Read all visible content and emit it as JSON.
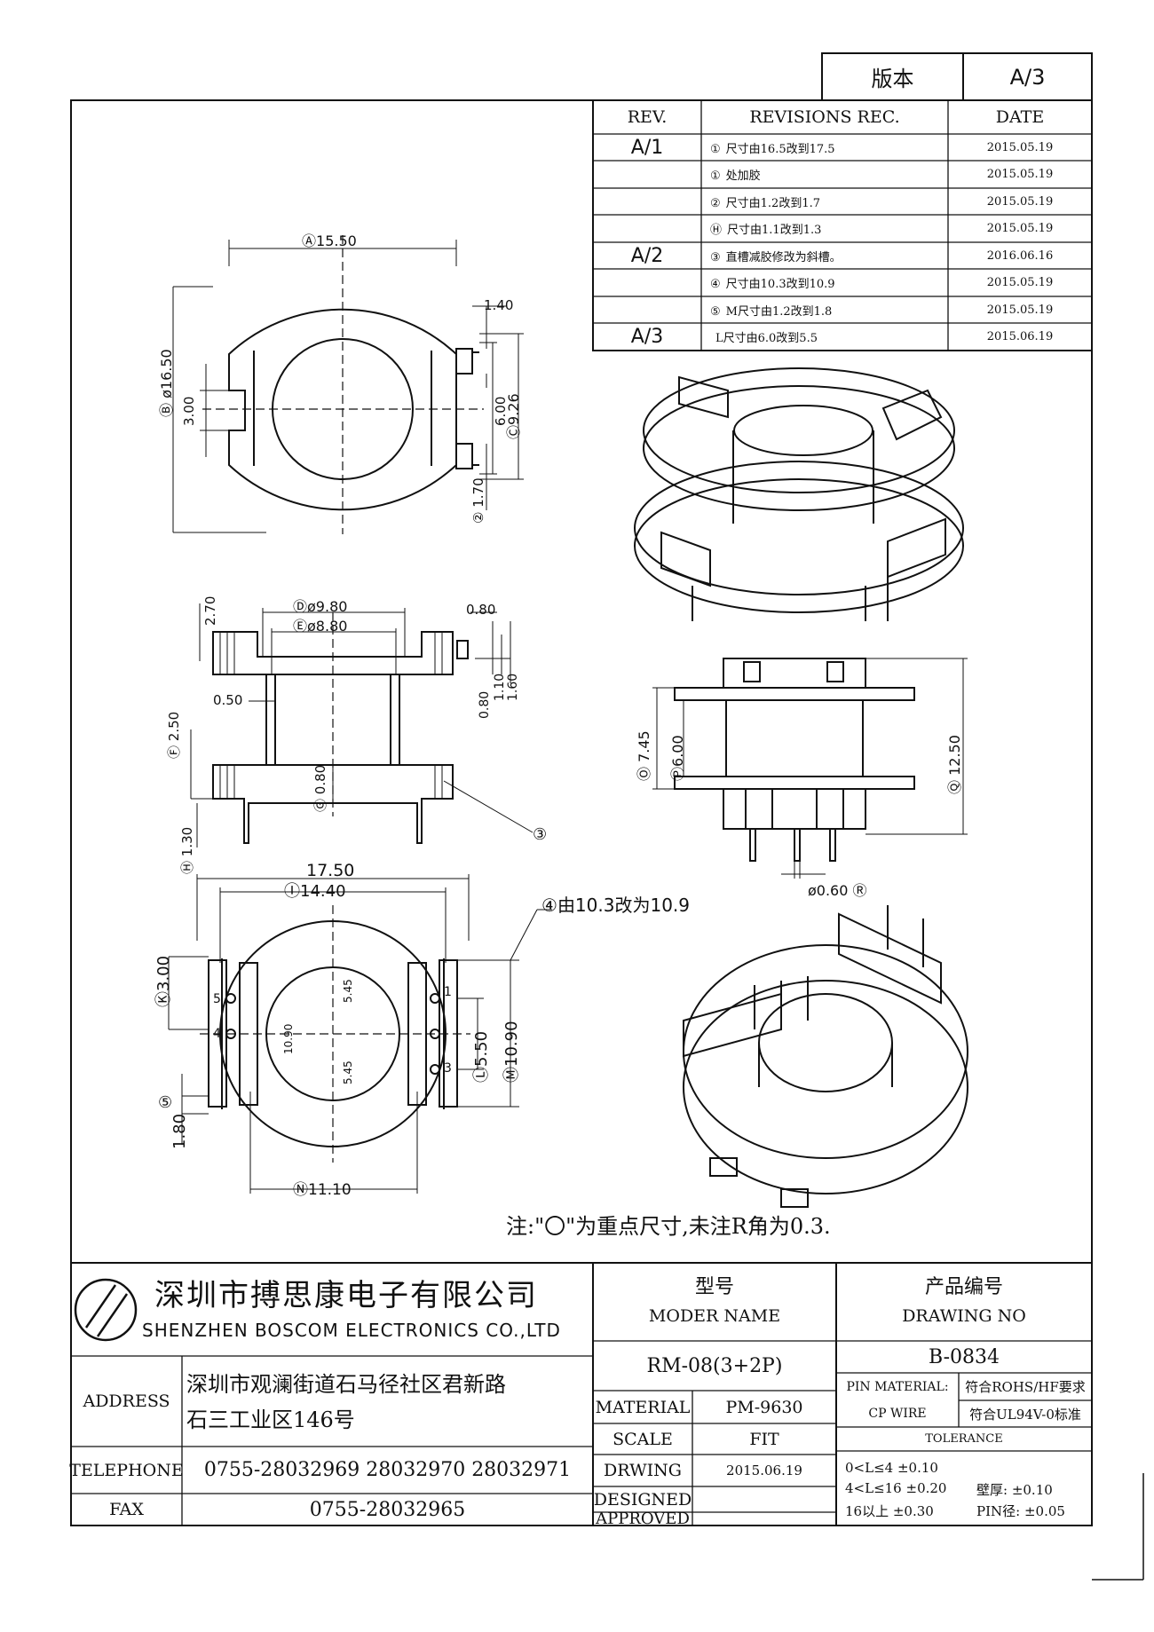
{
  "version": {
    "label": "版本",
    "value": "A/3"
  },
  "revisions": {
    "headers": {
      "rev": "REV.",
      "rec": "REVISIONS REC.",
      "date": "DATE"
    },
    "rows": [
      {
        "rev": "A/1",
        "num": "①",
        "text": "尺寸由16.5改到17.5",
        "date": "2015.05.19"
      },
      {
        "rev": "",
        "num": "①",
        "text": "处加胶",
        "date": "2015.05.19"
      },
      {
        "rev": "",
        "num": "②",
        "text": "尺寸由1.2改到1.7",
        "date": "2015.05.19"
      },
      {
        "rev": "",
        "num": "Ⓗ",
        "text": "尺寸由1.1改到1.3",
        "date": "2015.05.19"
      },
      {
        "rev": "A/2",
        "num": "③",
        "text": "直槽减胶修改为斜槽。",
        "date": "2016.06.16"
      },
      {
        "rev": "",
        "num": "④",
        "text": "尺寸由10.3改到10.9",
        "date": "2015.05.19"
      },
      {
        "rev": "",
        "num": "⑤",
        "text": "M尺寸由1.2改到1.8",
        "date": "2015.05.19"
      },
      {
        "rev": "A/3",
        "num": "",
        "text": "L尺寸由6.0改到5.5",
        "date": "2015.06.19"
      }
    ]
  },
  "dims": {
    "A": {
      "tag": "Ⓐ",
      "val": "15.50"
    },
    "B": {
      "tag": "Ⓑ",
      "val": "ø16.50"
    },
    "slot": "3.00",
    "d140": "1.40",
    "d600": "6.00",
    "C": {
      "tag": "Ⓒ",
      "val": "9.26"
    },
    "d170": {
      "tag": "②",
      "val": "1.70"
    },
    "D": {
      "tag": "Ⓓ",
      "val": "ø9.80"
    },
    "E": {
      "tag": "Ⓔ",
      "val": "ø8.80"
    },
    "d270": "2.70",
    "d080r": "0.80",
    "d080b": "0.80",
    "d110": "1.10",
    "d160": "1.60",
    "d050": "0.50",
    "F": {
      "tag": "Ⓕ",
      "val": "2.50"
    },
    "G": {
      "tag": "Ⓖ",
      "val": "0.80"
    },
    "H": {
      "tag": "Ⓗ",
      "val": "1.30"
    },
    "n3": "③",
    "d1750": "17.50",
    "I": {
      "tag": "Ⓘ",
      "val": "14.40"
    },
    "K": {
      "tag": "Ⓚ",
      "val": "3.00"
    },
    "L": {
      "tag": "Ⓛ",
      "val": "5.50"
    },
    "M": {
      "tag": "Ⓜ",
      "val": "10.90"
    },
    "N": {
      "tag": "Ⓝ",
      "val": "11.10"
    },
    "n5": "⑤",
    "d180": "1.80",
    "n4note": {
      "tag": "④",
      "val": "由10.3改为10.9"
    },
    "d545a": "5.45",
    "d545b": "5.45",
    "d1090c": "10.90",
    "O": {
      "tag": "Ⓞ",
      "val": "7.45"
    },
    "P": {
      "tag": "Ⓟ",
      "val": "6.00"
    },
    "Q": {
      "tag": "Ⓠ",
      "val": "12.50"
    },
    "R": {
      "tag": "Ⓡ",
      "val": "ø0.60"
    },
    "pins": [
      "1",
      "3",
      "4",
      "5"
    ]
  },
  "note": "注:\"〇\"为重点尺寸,未注R角为0.3.",
  "company": {
    "cn": "深圳市搏思康电子有限公司",
    "en": "SHENZHEN BOSCOM ELECTRONICS CO.,LTD"
  },
  "address": {
    "label": "ADDRESS",
    "line1": "深圳市观澜街道石马径社区君新路",
    "line2": "石三工业区146号"
  },
  "telephone": {
    "label": "TELEPHONE",
    "value": "0755-28032969 28032970 28032971"
  },
  "fax": {
    "label": "FAX",
    "value": "0755-28032965"
  },
  "model": {
    "label_cn": "型号",
    "label_en": "MODER NAME",
    "value": "RM-08(3+2P)"
  },
  "drawing": {
    "label_cn": "产品编号",
    "label_en": "DRAWING NO",
    "value": "B-0834"
  },
  "material": {
    "label": "MATERIAL",
    "value": "PM-9630"
  },
  "scale": {
    "label": "SCALE",
    "value": "FIT"
  },
  "drwing": {
    "label": "DRWING",
    "value": "2015.06.19"
  },
  "designed": {
    "label": "DESIGNED",
    "value": ""
  },
  "approved": {
    "label": "APPROVED",
    "value": ""
  },
  "pin": {
    "label1": "PIN MATERIAL:",
    "label2": "CP WIRE",
    "val1": "符合ROHS/HF要求",
    "val2": "符合UL94V-0标准"
  },
  "tolerance": {
    "title": "TOLERANCE",
    "r1": "0<L≤4  ±0.10",
    "r2": "4<L≤16 ±0.20",
    "r3": "16以上   ±0.30",
    "wall": "壁厚:  ±0.10",
    "pinr": "PIN径: ±0.05"
  }
}
